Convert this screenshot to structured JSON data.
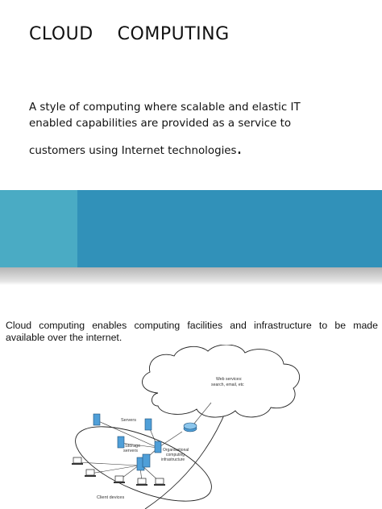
{
  "slide": {
    "title": "CLOUD    COMPUTING",
    "body_line1": "A style of computing where scalable and elastic IT",
    "body_line2": "enabled capabilities are provided as a service to",
    "body_line3": "customers using Internet technologies",
    "body_end": "."
  },
  "page": {
    "intro": "Cloud computing enables computing facilities and infrastructure to be made available over the internet."
  },
  "diagram": {
    "cloud_line1": "Web services:",
    "cloud_line2": "search, email, etc",
    "servers": "Servers",
    "storage_line1": "Storage",
    "storage_line2": "servers",
    "org_line1": "Organisational",
    "org_line2": "computing",
    "org_line3": "infrastructure",
    "client_devices": "Client devices"
  },
  "colors": {
    "band_left": "#4aabc4",
    "band_right": "#3191b9",
    "server": "#4f9fd8"
  }
}
